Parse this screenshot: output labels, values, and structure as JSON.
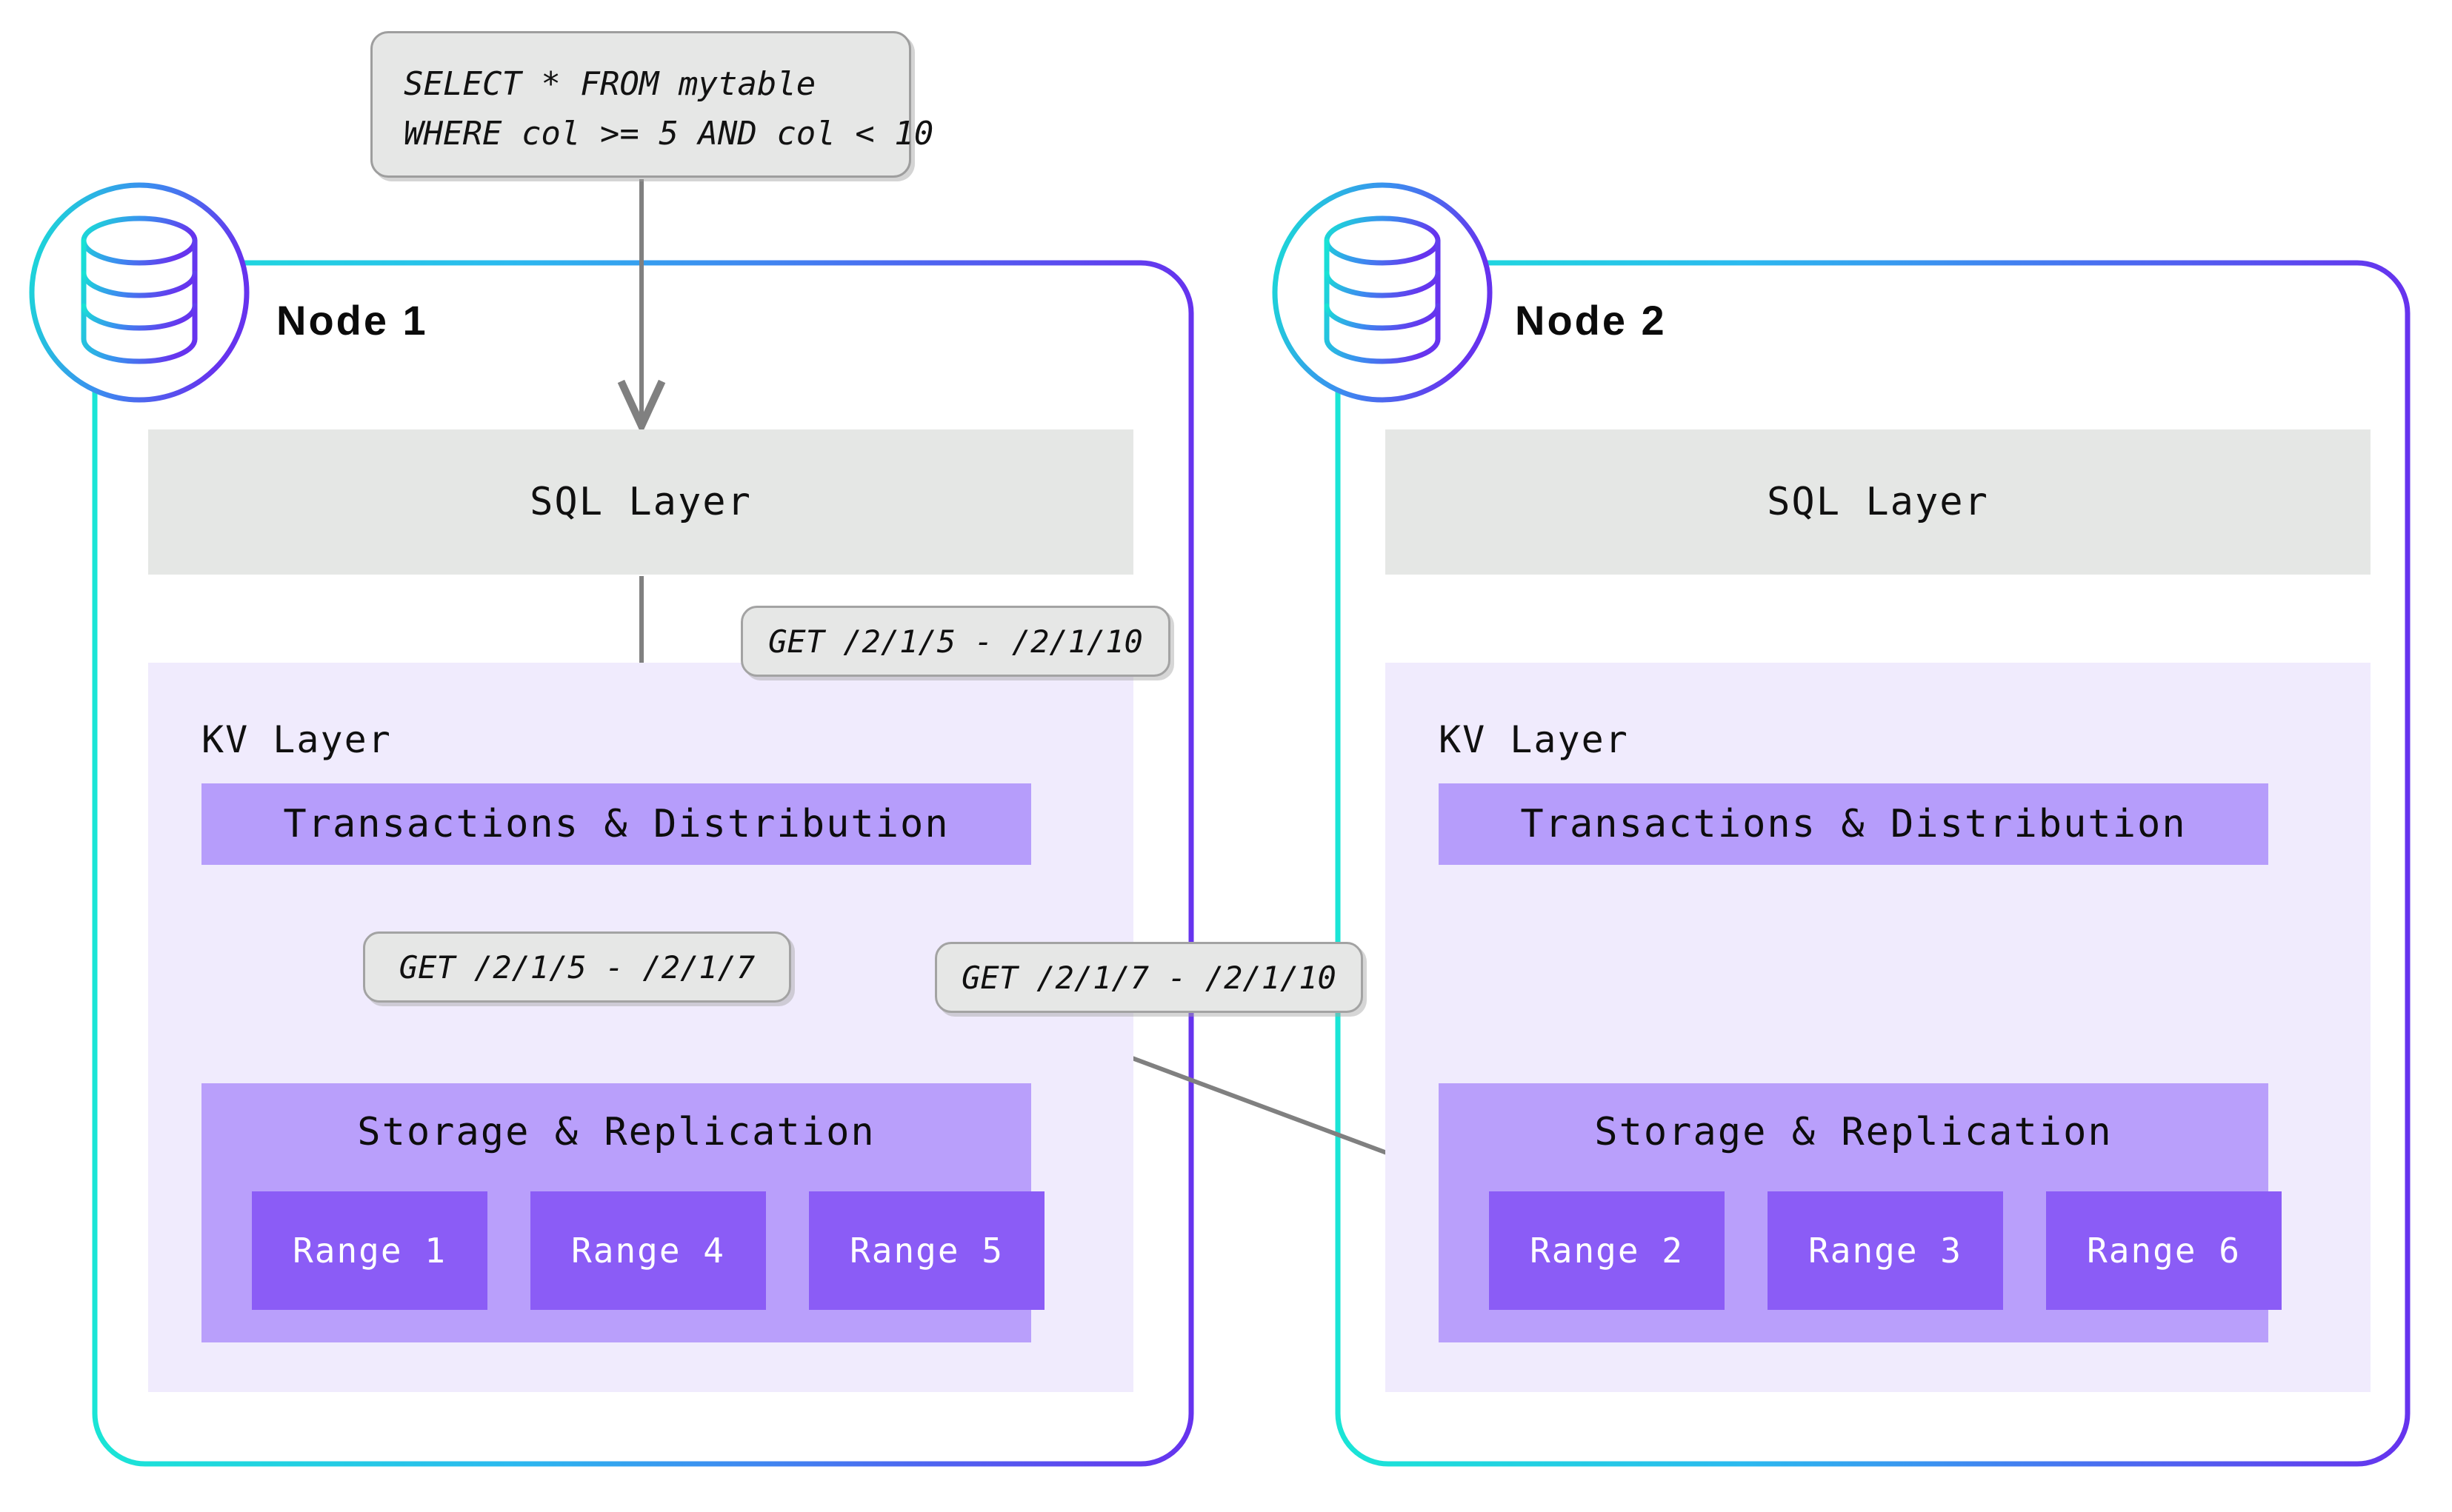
{
  "diagram": {
    "title": "Distributed SQL query execution across two nodes",
    "query_callout": {
      "icon": "sql-query-icon",
      "line1": "SELECT * FROM mytable",
      "line2": "WHERE col >= 5 AND col < 10"
    },
    "colors": {
      "node_border_start": "#1ae5d6",
      "node_border_end": "#6633ee",
      "sql_band": "#e5e7e5",
      "kv_band": "#f0ebfd",
      "txn_bar": "#b69dfb",
      "storage_box": "#b99ffb",
      "range_box": "#8b5cf6",
      "pill_fill": "#e6e7e6",
      "pill_border": "#a3a3a3",
      "arrow": "#808080",
      "text": "#101010",
      "range_text": "#ffffff"
    },
    "nodes": [
      {
        "id": "node-1",
        "title": "Node 1",
        "icon": "database-cylinder-icon",
        "sql_layer_label": "SQL Layer",
        "kv_layer_label": "KV Layer",
        "txn_label": "Transactions & Distribution",
        "storage_label": "Storage & Replication",
        "ranges": [
          "Range 1",
          "Range 4",
          "Range 5"
        ]
      },
      {
        "id": "node-2",
        "title": "Node 2",
        "icon": "database-cylinder-icon",
        "sql_layer_label": "SQL Layer",
        "kv_layer_label": "KV Layer",
        "txn_label": "Transactions & Distribution",
        "storage_label": "Storage & Replication",
        "ranges": [
          "Range 2",
          "Range 3",
          "Range 6"
        ]
      }
    ],
    "pills": [
      {
        "id": "pill-sql-to-kv",
        "label": "GET /2/1/5 - /2/1/10"
      },
      {
        "id": "pill-kv-to-range5",
        "label": "GET /2/1/5 - /2/1/7"
      },
      {
        "id": "pill-kv-to-range2",
        "label": "GET /2/1/7 - /2/1/10"
      }
    ],
    "arrows": [
      {
        "id": "arrow-query-to-sql",
        "from": "query-callout",
        "to": "node-1-sql-layer"
      },
      {
        "id": "arrow-sql-to-txn",
        "from": "node-1-sql-layer",
        "to": "node-1-transactions"
      },
      {
        "id": "arrow-txn-to-range5",
        "from": "node-1-transactions",
        "to": "node-1-range-5"
      },
      {
        "id": "arrow-txn-to-range2",
        "from": "node-1-transactions",
        "to": "node-2-range-2"
      }
    ]
  }
}
